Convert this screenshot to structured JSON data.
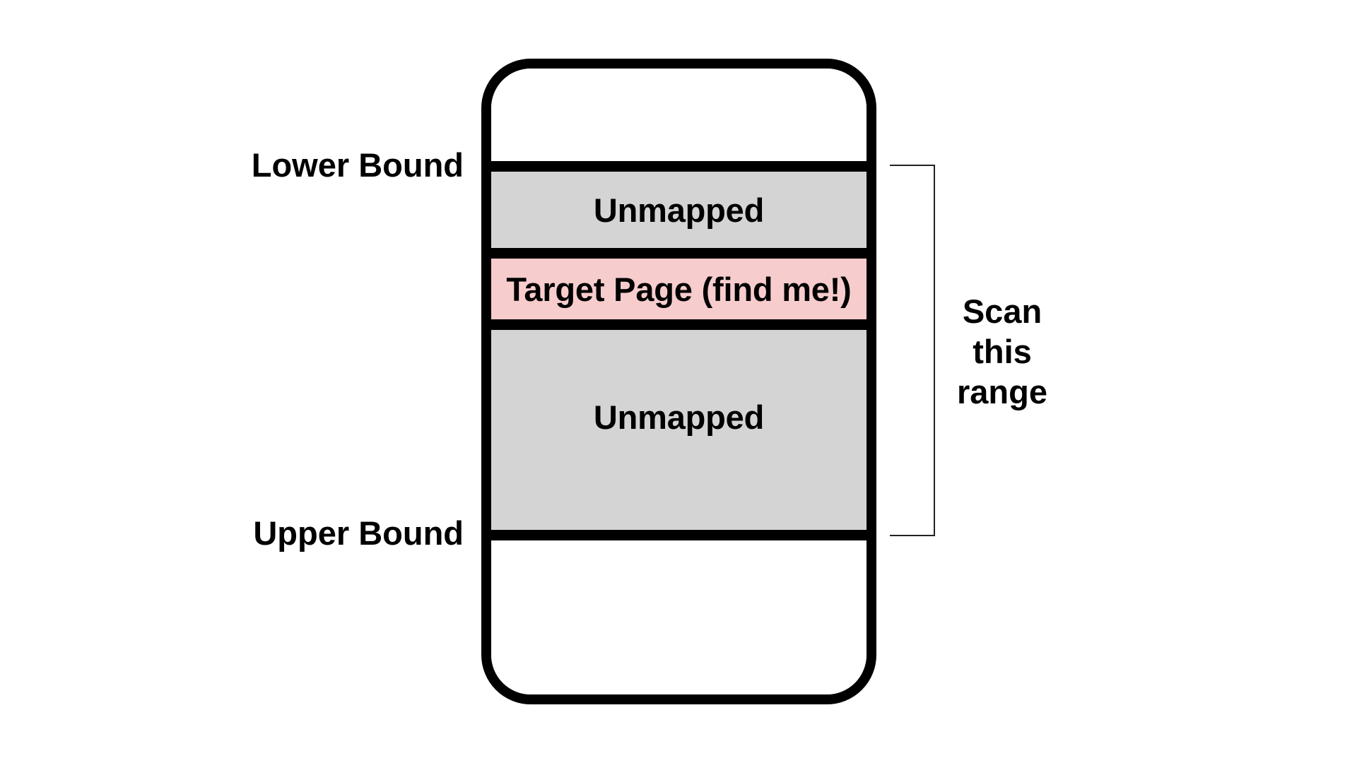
{
  "diagram": {
    "labels": {
      "lower_bound": "Lower Bound",
      "upper_bound": "Upper Bound",
      "scan_range": [
        "Scan",
        "this",
        "range"
      ]
    },
    "regions": [
      {
        "label": "",
        "kind": "outside-range",
        "color": "#ffffff"
      },
      {
        "label": "Unmapped",
        "kind": "unmapped",
        "color": "#d4d4d4"
      },
      {
        "label": "Target Page (find me!)",
        "kind": "target",
        "color": "#f7cccd"
      },
      {
        "label": "Unmapped",
        "kind": "unmapped",
        "color": "#d4d4d4"
      },
      {
        "label": "",
        "kind": "outside-range",
        "color": "#ffffff"
      }
    ],
    "colors": {
      "outline": "#000000",
      "bracket": "#222222",
      "background": "#ffffff"
    }
  }
}
